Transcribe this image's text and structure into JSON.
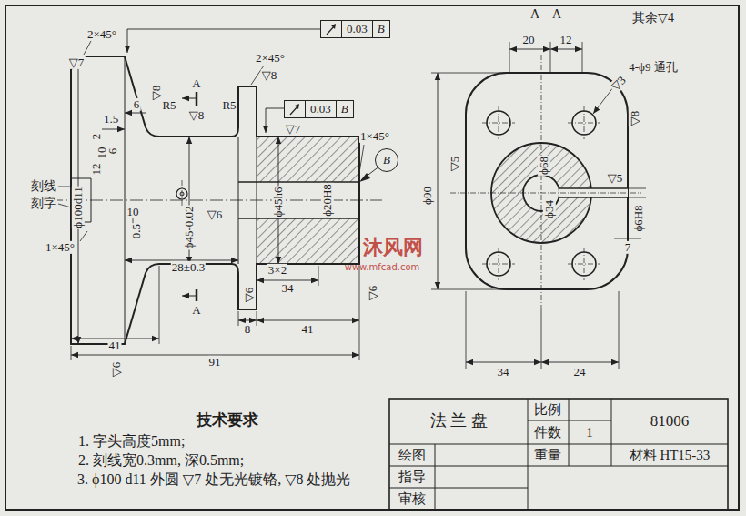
{
  "diagram": {
    "nodes": [
      {
        "text": [
          "0.03",
          "B"
        ]
      },
      {
        "text": [
          "0.03",
          "B"
        ]
      },
      {
        "text": [
          "B"
        ]
      }
    ],
    "labels": [
      "2×45°",
      "▽7",
      "▽8",
      "A",
      "▽8",
      "2×45°",
      "▽8",
      "R5",
      "R5",
      "1.5",
      "6",
      "2",
      "10",
      "12",
      "6",
      "刻线",
      "刻字",
      "ϕ100d11",
      "10",
      "0.5",
      "ϕ45-0.02",
      "▽6",
      "ϕ45h6",
      "ϕ20H8",
      "▽7",
      "1×45°",
      "1×45°",
      "28±0.3",
      "3×2",
      "34",
      "A",
      "▽6",
      "▽6",
      "8",
      "41",
      "41",
      "91",
      "▽6",
      "A—A",
      "其余▽4",
      "20",
      "12",
      "4-ϕ9 通孔",
      "▽3",
      "▽8",
      "▽5",
      "ϕ90",
      "ϕ68",
      "ϕ34",
      "▽5",
      "ϕ6H8",
      "7",
      "34",
      "24",
      "技术要求",
      "1. 字头高度5mm;",
      "2. 刻线宽0.3mm, 深0.5mm;",
      "3. ϕ100 d11 外圆 ▽7 处无光镀铬, ▽8 处抛光",
      "法 兰 盘",
      "比例",
      "件数",
      "1",
      "81006",
      "绘图",
      "重量",
      "材料 HT15-33",
      "指导",
      "审核",
      "沐风网",
      "www.mfcad.com"
    ]
  }
}
